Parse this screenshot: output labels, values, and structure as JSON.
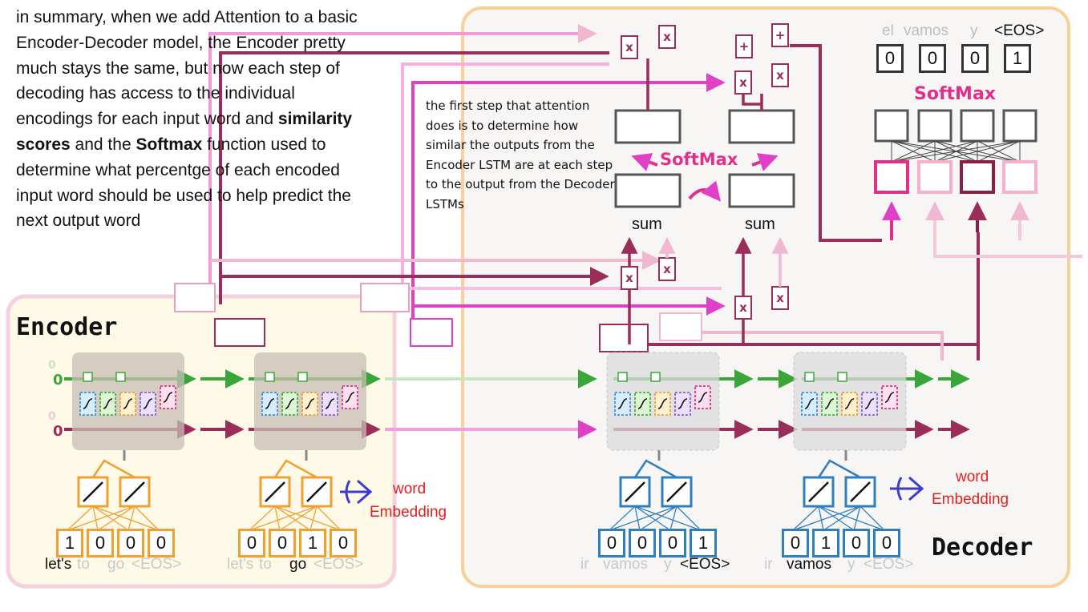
{
  "summary": {
    "p1": "in summary, when we add Attention to a basic Encoder-Decoder model, the Encoder pretty much stays the same, but now each step of decoding has access to the individual encodings for each input word and ",
    "b1": "similarity scores",
    "p2": " and the ",
    "b2": "Softmax",
    "p3": " function used to determine what percentge of each encoded input word should be used to help predict the next output word"
  },
  "note": "the first step that attention does is to determine how similar the outputs from the Encoder LSTM are at each step to the output from the Decoder LSTMs",
  "encoder_title": "Encoder",
  "decoder_title": "Decoder",
  "softmax_label": "SoftMax",
  "sum_label": "sum",
  "embedding_label_1": "word",
  "embedding_label_2": "Embedding",
  "lstm_zero": "0",
  "ops": {
    "x": "x",
    "plus": "+"
  },
  "encoder_steps": [
    {
      "vector": [
        "1",
        "0",
        "0",
        "0"
      ],
      "words": [
        "let's",
        "to",
        "go",
        "<EOS>"
      ],
      "active": 0
    },
    {
      "vector": [
        "0",
        "0",
        "1",
        "0"
      ],
      "words": [
        "let's",
        "to",
        "go",
        "<EOS>"
      ],
      "active": 2
    }
  ],
  "decoder_steps": [
    {
      "vector": [
        "0",
        "0",
        "0",
        "1"
      ],
      "words": [
        "ir",
        "vamos",
        "y",
        "<EOS>"
      ],
      "active": 3
    },
    {
      "vector": [
        "0",
        "1",
        "0",
        "0"
      ],
      "words": [
        "ir",
        "vamos",
        "y",
        "<EOS>"
      ],
      "active": 1
    }
  ],
  "output": {
    "words": [
      "el",
      "vamos",
      "y",
      "<EOS>"
    ],
    "active": 3,
    "vector": [
      "0",
      "0",
      "0",
      "1"
    ]
  },
  "colors": {
    "encoder": "#f0a030",
    "decoder": "#2f7fc0",
    "green": "#3aa63a",
    "maroon": "#9b2d5a",
    "pink": "#e040c8",
    "softmax": "#e0308a",
    "embed_arrow": "#3b3bd0",
    "embed_text": "#e32020"
  }
}
